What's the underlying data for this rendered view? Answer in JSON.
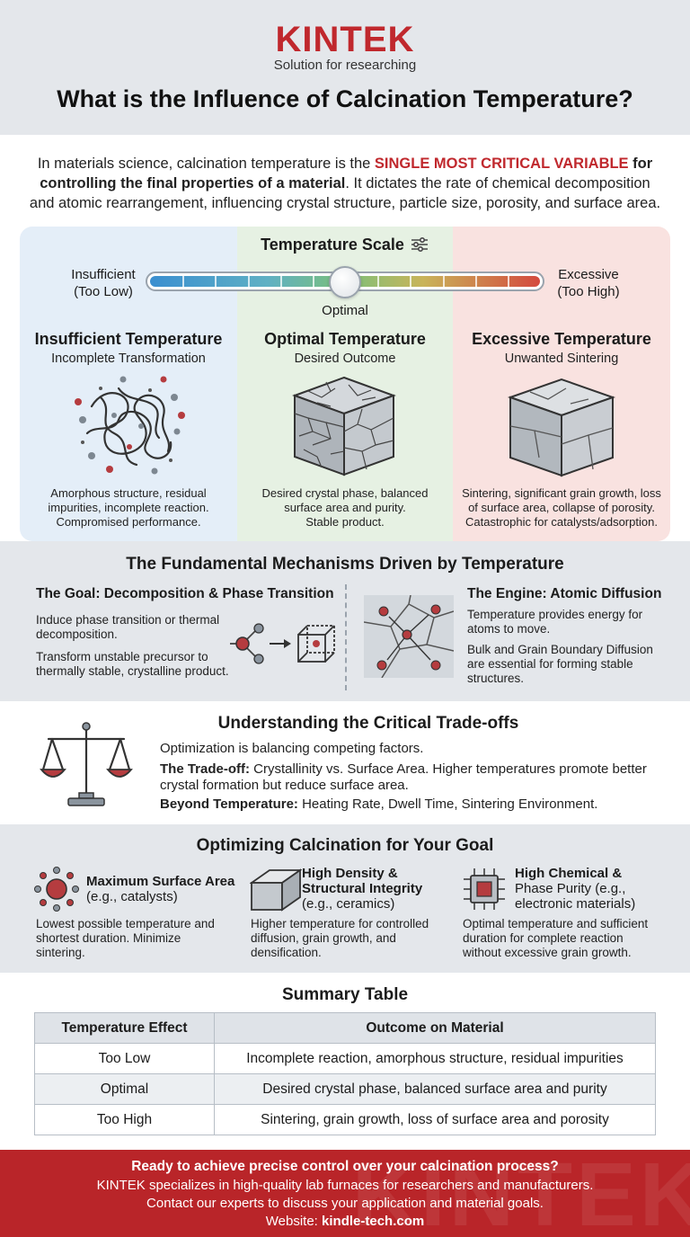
{
  "header": {
    "logo": "KINTEK",
    "tagline": "Solution for researching",
    "title": "What is the Influence of Calcination Temperature?"
  },
  "intro": {
    "part1": "In materials science, calcination temperature is the ",
    "highlight": "SINGLE MOST CRITICAL VARIABLE",
    "bold": "for controlling the final properties of a material",
    "part2": ". It dictates the rate of chemical decomposition and atomic rearrangement, influencing crystal structure, particle size, porosity, and surface area."
  },
  "scale": {
    "title": "Temperature Scale",
    "low_label_1": "Insufficient",
    "low_label_2": "(Too Low)",
    "high_label_1": "Excessive",
    "high_label_2": "(Too High)",
    "optimal_label": "Optimal",
    "level": 0.5
  },
  "columns": [
    {
      "title": "Insufficient Temperature",
      "subtitle": "Incomplete Transformation",
      "desc_1": "Amorphous structure, residual",
      "desc_2": "impurities, incomplete reaction.",
      "desc_3": "Compromised performance."
    },
    {
      "title": "Optimal Temperature",
      "subtitle": "Desired Outcome",
      "desc_1": "Desired crystal phase, balanced",
      "desc_2": "surface area and purity.",
      "desc_3": "Stable product."
    },
    {
      "title": "Excessive Temperature",
      "subtitle": "Unwanted Sintering",
      "desc_1": "Sintering, significant grain growth, loss",
      "desc_2": "of surface area, collapse of porosity.",
      "desc_3": "Catastrophic for catalysts/adsorption."
    }
  ],
  "mechanisms": {
    "title": "The Fundamental Mechanisms Driven by Temperature",
    "left_heading": "The Goal: Decomposition & Phase Transition",
    "left_text_1a": "Induce phase transition or thermal",
    "left_text_1b": "decomposition.",
    "left_text_2a": "Transform unstable precursor to",
    "left_text_2b": "thermally stable, crystalline product.",
    "right_heading": "The Engine: Atomic Diffusion",
    "right_text_1a": "Temperature provides energy for",
    "right_text_1b": "atoms to move.",
    "right_text_2a": "Bulk and Grain Boundary Diffusion",
    "right_text_2b": "are essential for forming stable",
    "right_text_2c": "structures."
  },
  "tradeoffs": {
    "title": "Understanding the Critical Trade-offs",
    "line1": "Optimization is balancing competing factors.",
    "label2": "The Trade-off:",
    "line2a": " Crystallinity vs. Surface Area. Higher temperatures promote better",
    "line2b": "crystal formation but reduce surface area.",
    "label3": "Beyond Temperature:",
    "line3": " Heating Rate, Dwell Time, Sintering Environment."
  },
  "optimizing": {
    "title": "Optimizing Calcination for Your Goal",
    "goals": [
      {
        "heading_1": "Maximum Surface Area",
        "heading_2": "(e.g., catalysts)",
        "text_1": "Lowest possible temperature and",
        "text_2": "shortest duration. Minimize",
        "text_3": "sintering."
      },
      {
        "heading_1": "High Density &",
        "heading_2": "Structural Integrity",
        "heading_3": "(e.g., ceramics)",
        "text_1": "Higher temperature for controlled",
        "text_2": "diffusion, grain growth, and",
        "text_3": "densification."
      },
      {
        "heading_1": "High Chemical &",
        "heading_2a": "Phase Purity",
        "heading_2b": " (e.g.,",
        "heading_3": "electronic materials)",
        "text_1": "Optimal temperature and sufficient",
        "text_2": "duration for complete reaction",
        "text_3": "without excessive grain growth."
      }
    ]
  },
  "summary": {
    "title": "Summary Table",
    "headers": [
      "Temperature Effect",
      "Outcome on Material"
    ],
    "rows": [
      [
        "Too Low",
        "Incomplete reaction, amorphous structure, residual impurities"
      ],
      [
        "Optimal",
        "Desired crystal phase, balanced surface area and purity"
      ],
      [
        "Too High",
        "Sintering, grain growth, loss of surface area and porosity"
      ]
    ]
  },
  "footer": {
    "heading": "Ready to achieve precise control over your calcination process?",
    "line1": "KINTEK specializes in high-quality lab furnaces for researchers and manufacturers.",
    "line2": "Contact our experts to discuss your application and material goals.",
    "website_label": "Website: ",
    "website": "kindle-tech.com",
    "watermark": "KINTEK"
  },
  "colors": {
    "brand": "#c0282d",
    "low": "#3b8fd0",
    "high": "#d44a3e",
    "gray": "#e4e7eb"
  }
}
